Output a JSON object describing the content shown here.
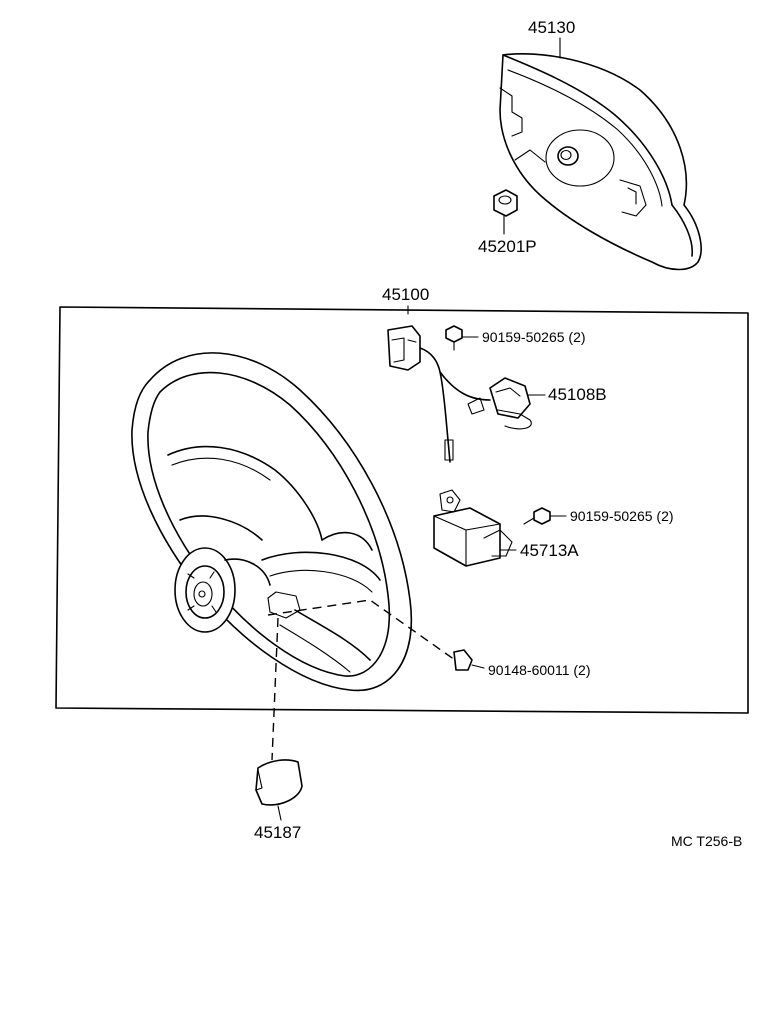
{
  "labels": {
    "pad_45130": "45130",
    "nut_45201p": "45201P",
    "wheel_45100": "45100",
    "bolt_upper": "90159-50265 (2)",
    "cable_45108b": "45108B",
    "bolt_middle": "90159-50265 (2)",
    "sensor_45713a": "45713A",
    "screw_lower": "90148-60011 (2)",
    "cover_45187": "45187",
    "figure_code": "MC T256-B"
  }
}
